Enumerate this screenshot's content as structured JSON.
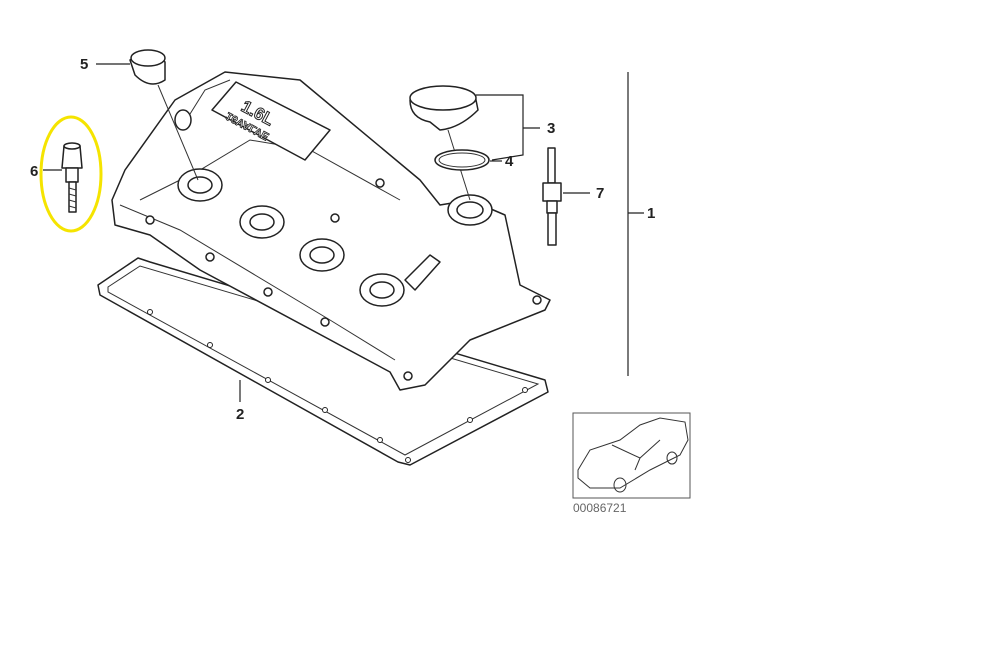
{
  "diagram": {
    "cover_text_line1": "1.6L",
    "cover_text_line2": "16VALVE",
    "labels": {
      "p1": "1",
      "p2": "2",
      "p3": "3",
      "p4": "4",
      "p5": "5",
      "p6": "6",
      "p7": "7"
    },
    "reference_number": "00086721",
    "highlight_color": "#f5e400"
  }
}
